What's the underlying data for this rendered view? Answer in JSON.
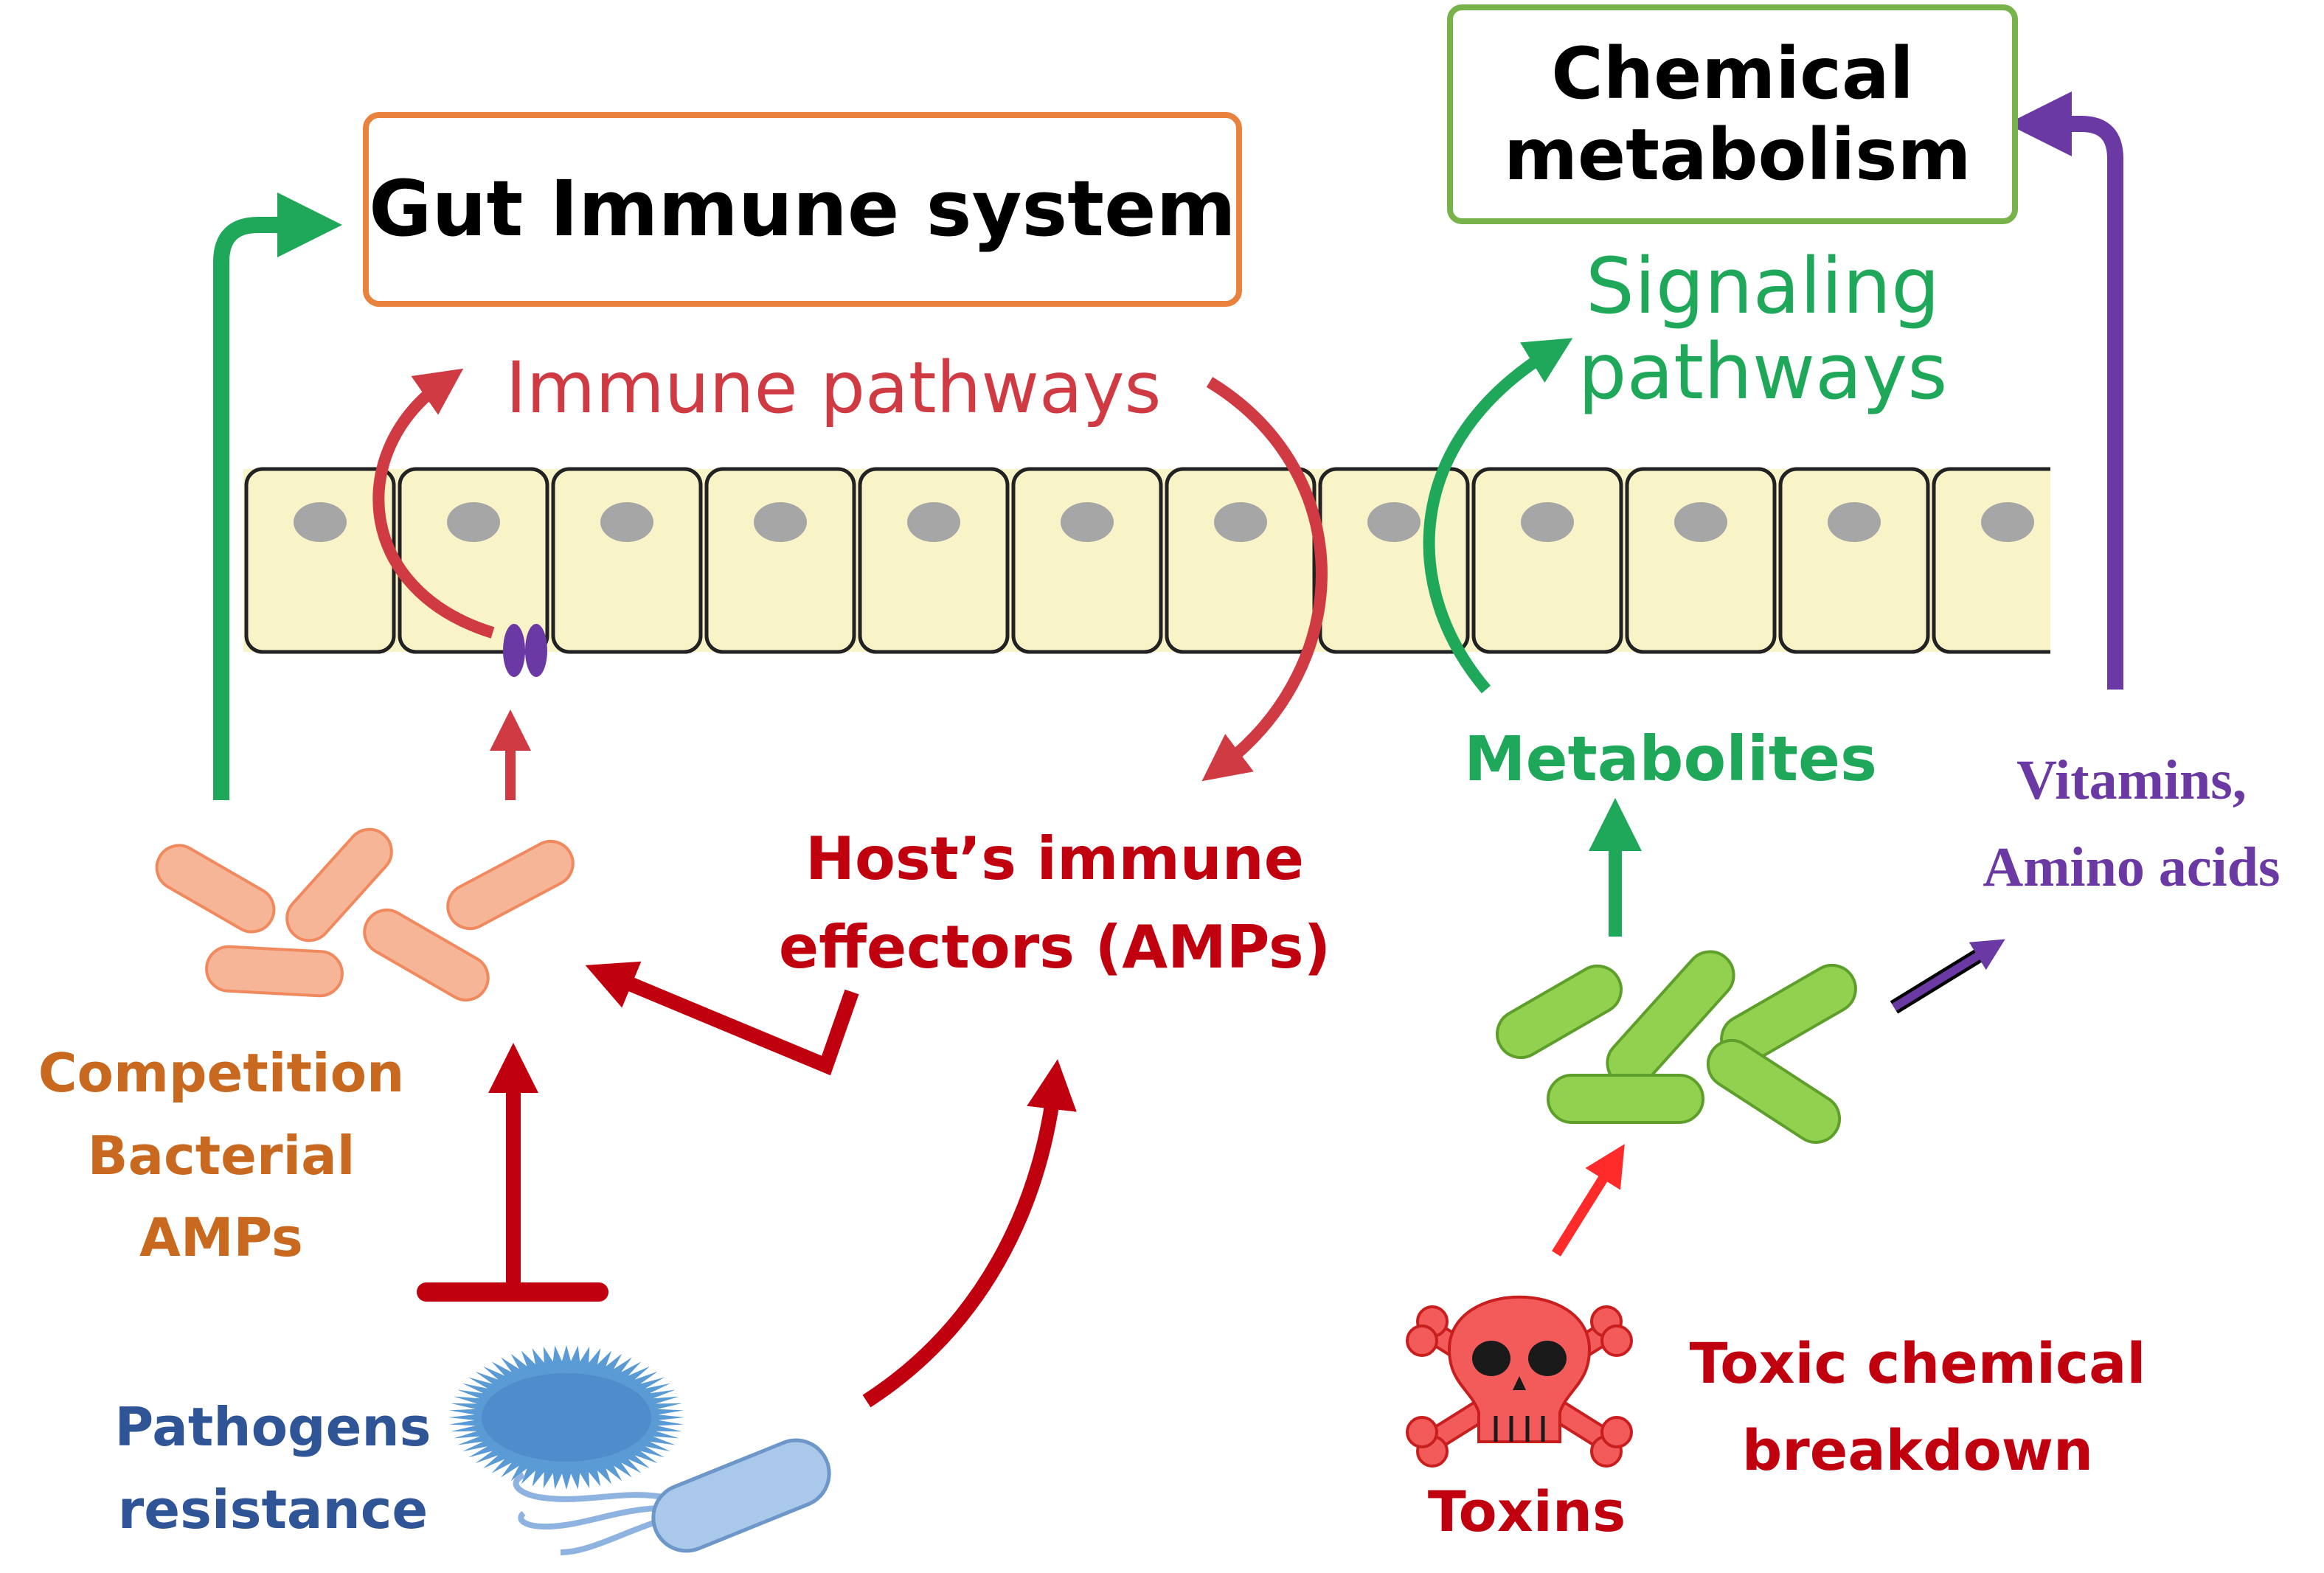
{
  "boxes": {
    "gut_immune": "Gut Immune system",
    "chemical_metabolism": "Chemical metabolism"
  },
  "labels": {
    "immune_pathways": "Immune pathways",
    "signaling_pathways": "Signaling pathways",
    "host_immune_effectors": "Host’s immune effectors (AMPs)",
    "competition": "Competition Bacterial AMPs",
    "pathogens_resistance": "Pathogens resistance",
    "metabolites": "Metabolites",
    "vitamins": "Vitamins, Amino acids",
    "toxic_breakdown": "Toxic chemical breakdown",
    "toxins": "Toxins"
  },
  "colors": {
    "immune_red": "#d03a43",
    "dark_red": "#c0000f",
    "green": "#1fa85a",
    "purple": "#6b39a3",
    "orange_text": "#c8691f",
    "blue_text": "#2f5597",
    "cell_fill": "#f8f4c8",
    "commensal_fill": "#f6b596",
    "green_bacteria": "#92d050",
    "pathogen_blue": "#8fb3e0"
  },
  "icons": [
    "skull-crossbones-icon",
    "receptor-icon",
    "bacteria-icon",
    "pathogen-icon"
  ]
}
